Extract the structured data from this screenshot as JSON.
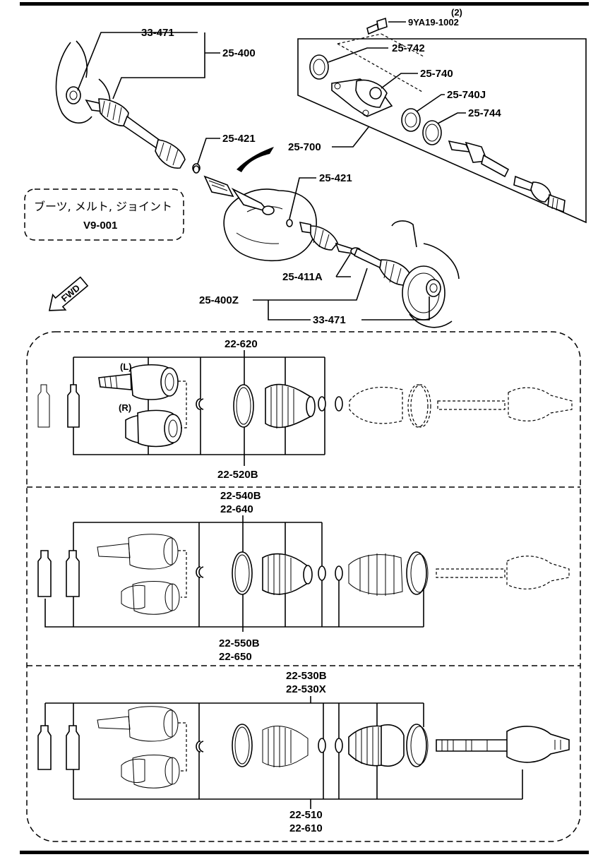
{
  "labels": {
    "top_33_471": "33-471",
    "top_25_400": "25-400",
    "bolt_qty": "(2)",
    "bolt_part": "9YA19-1002",
    "p25_742": "25-742",
    "p25_740": "25-740",
    "p25_740j": "25-740J",
    "p25_744": "25-744",
    "p25_700": "25-700",
    "p25_421_a": "25-421",
    "p25_421_b": "25-421",
    "p25_411a": "25-411A",
    "p25_400z": "25-400Z",
    "bottom_33_471": "33-471"
  },
  "note_box": {
    "line1": "ブーツ, メルト, ジョイント",
    "line2": "V9-001"
  },
  "fwd_arrow": "FWD",
  "variants": [
    {
      "top_label_1": "22-620",
      "top_label_2": "",
      "left_tag": "(L)",
      "right_tag": "(R)",
      "bottom_label_1": "22-520B",
      "bottom_label_2": ""
    },
    {
      "top_label_1": "22-540B",
      "top_label_2": "22-640",
      "bottom_label_1": "22-550B",
      "bottom_label_2": "22-650"
    },
    {
      "top_label_1": "22-530B",
      "top_label_2": "22-530X",
      "bottom_label_1": "22-510",
      "bottom_label_2": "22-610"
    }
  ],
  "icons": [
    "hub-icon",
    "drive-shaft-icon",
    "circlip-icon",
    "bearing-bracket-icon",
    "boot-icon",
    "band-icon",
    "grease-tube-icon",
    "joint-housing-icon",
    "fwd-arrow-icon"
  ]
}
